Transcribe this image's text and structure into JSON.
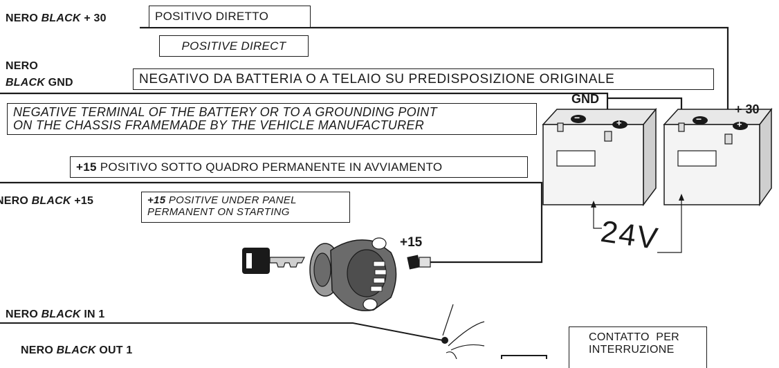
{
  "wires": {
    "plus30": {
      "prefix": "NERO ",
      "em": "BLACK",
      "suffix": " + 30"
    },
    "gnd": {
      "line1": "NERO",
      "em": "BLACK",
      "suffix": " GND"
    },
    "plus15": {
      "prefix": "NERO ",
      "em": "BLACK",
      "suffix": " +15"
    },
    "in1": {
      "prefix": "NERO ",
      "em": "BLACK",
      "suffix": " IN 1"
    },
    "out1": {
      "prefix": "NERO ",
      "em": "BLACK",
      "suffix": " OUT 1"
    }
  },
  "boxes": {
    "positivo_diretto": "POSITIVO DIRETTO",
    "positive_direct": "POSITIVE DIRECT",
    "negativo": "NEGATIVO DA BATTERIA O A TELAIO SU PREDISPOSIZIONE ORIGINALE",
    "negative_en_line1": "NEGATIVE TERMINAL OF THE BATTERY OR TO A GROUNDING POINT",
    "negative_en_line2": "ON THE CHASSIS FRAMEMADE BY THE VEHICLE MANUFACTURER",
    "plus15_it_bold": "+15",
    "plus15_it_rest": " POSITIVO SOTTO QUADRO PERMANENTE IN AVVIAMENTO",
    "plus15_en_bold": "+15",
    "plus15_en_rest": " POSITIVE UNDER PANEL",
    "plus15_en_line2": "PERMANENT ON STARTING",
    "contatto_line1": "CONTATTO  PER",
    "contatto_line2": "INTERRUZIONE"
  },
  "diagram": {
    "gnd_label": "GND",
    "plus30_label": "+ 30",
    "voltage_label": "24V",
    "ignition_plus15_label": "+15",
    "battery_minus": "−",
    "battery_plus": "+"
  },
  "colors": {
    "line": "#1a1a1a",
    "battery_fill": "#f4f4f4",
    "battery_shade": "#cfcfcf",
    "switch_fill": "#6b6b6b"
  }
}
